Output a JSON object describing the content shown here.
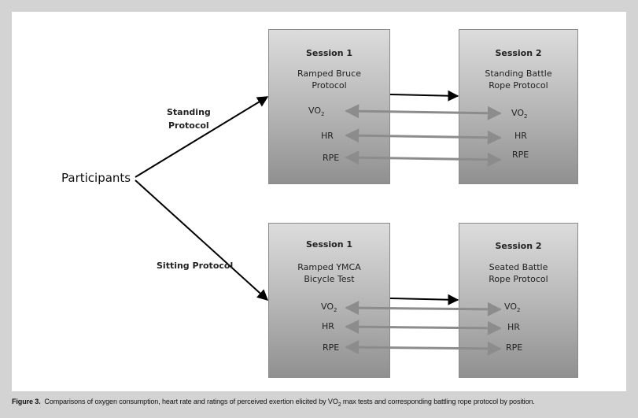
{
  "diagram": {
    "participants_label": "Participants",
    "branches": {
      "standing_label_line1": "Standing",
      "standing_label_line2": "Protocol",
      "sitting_label": "Sitting Protocol"
    },
    "top_row": {
      "session1": {
        "title": "Session 1",
        "desc_line1": "Ramped Bruce",
        "desc_line2": "Protocol"
      },
      "session2": {
        "title": "Session 2",
        "desc_line1": "Standing Battle",
        "desc_line2": "Rope Protocol"
      }
    },
    "bottom_row": {
      "session1": {
        "title": "Session 1",
        "desc_line1": "Ramped YMCA",
        "desc_line2": "Bicycle Test"
      },
      "session2": {
        "title": "Session 2",
        "desc_line1": "Seated Battle",
        "desc_line2": "Rope Protocol"
      }
    },
    "measures": {
      "vo2_base": "VO",
      "vo2_sub": "2",
      "hr": "HR",
      "rpe": "RPE"
    }
  },
  "caption": {
    "label": "Figure 3.",
    "text_part1": "Comparisons of oxygen consumption, heart rate and ratings of perceived exertion elicited by VO",
    "text_sub": "2",
    "text_part2": " max tests and corresponding battling rope protocol by position."
  }
}
